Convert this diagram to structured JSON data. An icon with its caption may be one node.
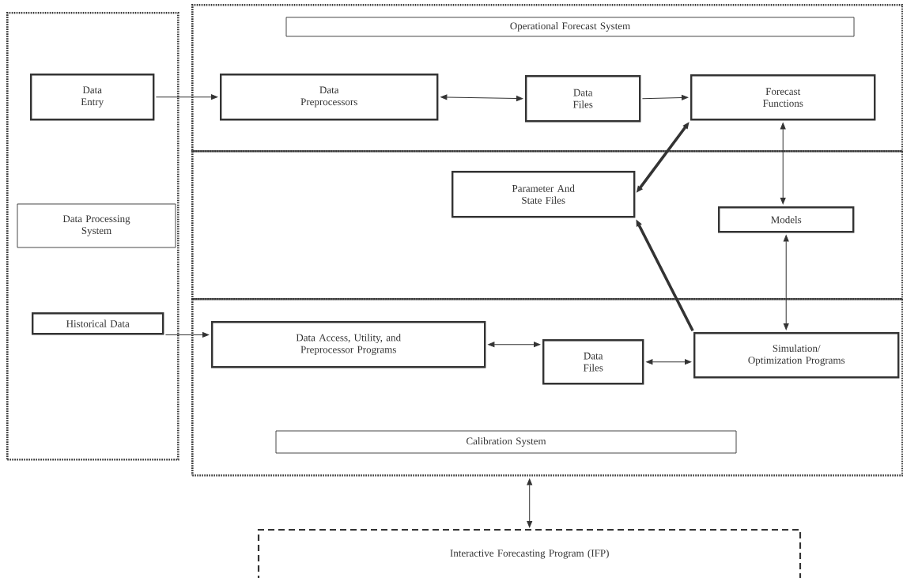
{
  "diagram": {
    "nodes": [
      {
        "text": [
          "Data Processing System"
        ]
      },
      {
        "text": [
          "Data Entry"
        ],
        "in": 0
      },
      {
        "text": [
          "Historical Data"
        ],
        "in": 0
      },
      {
        "text": [
          "Operational Forecast System"
        ]
      },
      {
        "text": [
          "Data Preprocessors"
        ],
        "in": 3
      },
      {
        "text": [
          "Data Files"
        ],
        "in": 3
      },
      {
        "text": [
          "Forecast Functions"
        ],
        "in": 3
      },
      {
        "text": [],
        "shape": "box"
      },
      {
        "text": [
          "Parameter And State Files"
        ],
        "in": 7
      },
      {
        "text": [
          "Models"
        ],
        "in": 7
      },
      {
        "text": [
          "Calibration System"
        ]
      },
      {
        "text": [
          "Data Access, Utility, and Preprocessor Programs"
        ],
        "in": 10
      },
      {
        "text": [
          "Data Files"
        ],
        "in": 10
      },
      {
        "text": [
          "Simulation/ Optimization Programs"
        ],
        "in": 10
      },
      {
        "text": [
          "Interactive Forecasting Program (IFP)"
        ]
      }
    ],
    "edges": [
      {
        "from": 1,
        "to": 4,
        "arrow": "to"
      },
      {
        "from": 4,
        "to": 5,
        "arrow": "both"
      },
      {
        "from": 5,
        "to": 6,
        "arrow": "to"
      },
      {
        "from": 8,
        "to": 6,
        "arrow": "both",
        "style": "thick"
      },
      {
        "from": 6,
        "to": 9,
        "arrow": "both"
      },
      {
        "from": 13,
        "to": 8,
        "arrow": "to",
        "style": "thick"
      },
      {
        "from": 9,
        "to": 13,
        "arrow": "both"
      },
      {
        "from": 2,
        "to": 11,
        "arrow": "to"
      },
      {
        "from": 11,
        "to": 12,
        "arrow": "both"
      },
      {
        "from": 12,
        "to": 13,
        "arrow": "both"
      },
      {
        "from": 10,
        "to": 14,
        "arrow": "both"
      }
    ]
  }
}
